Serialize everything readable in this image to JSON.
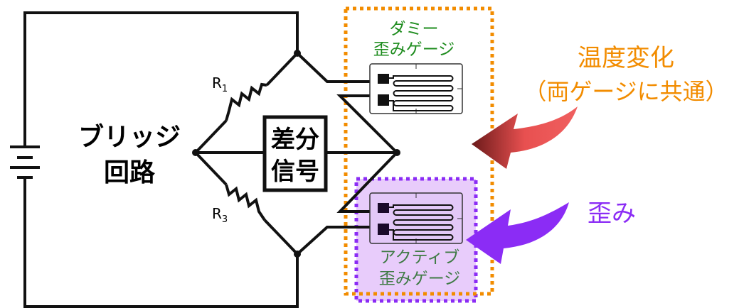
{
  "bridge_label": {
    "line1": "ブリッジ",
    "line2": "回路"
  },
  "resistors": {
    "r1": "R",
    "r1_sub": "1",
    "r3": "R",
    "r3_sub": "3"
  },
  "diff_signal": {
    "line1": "差分",
    "line2": "信号"
  },
  "dummy_gauge": {
    "line1": "ダミー",
    "line2": "歪みゲージ"
  },
  "active_gauge": {
    "line1": "アクティブ",
    "line2": "歪みゲージ"
  },
  "temperature": {
    "line1": "温度変化",
    "line2": "（両ゲージに共通）"
  },
  "strain": {
    "label": "歪み"
  },
  "colors": {
    "orange": "#f28c00",
    "purple": "#8b2cf5",
    "green": "#1e8c1e",
    "active_green": "#3f7a45",
    "red": "#e04848"
  }
}
